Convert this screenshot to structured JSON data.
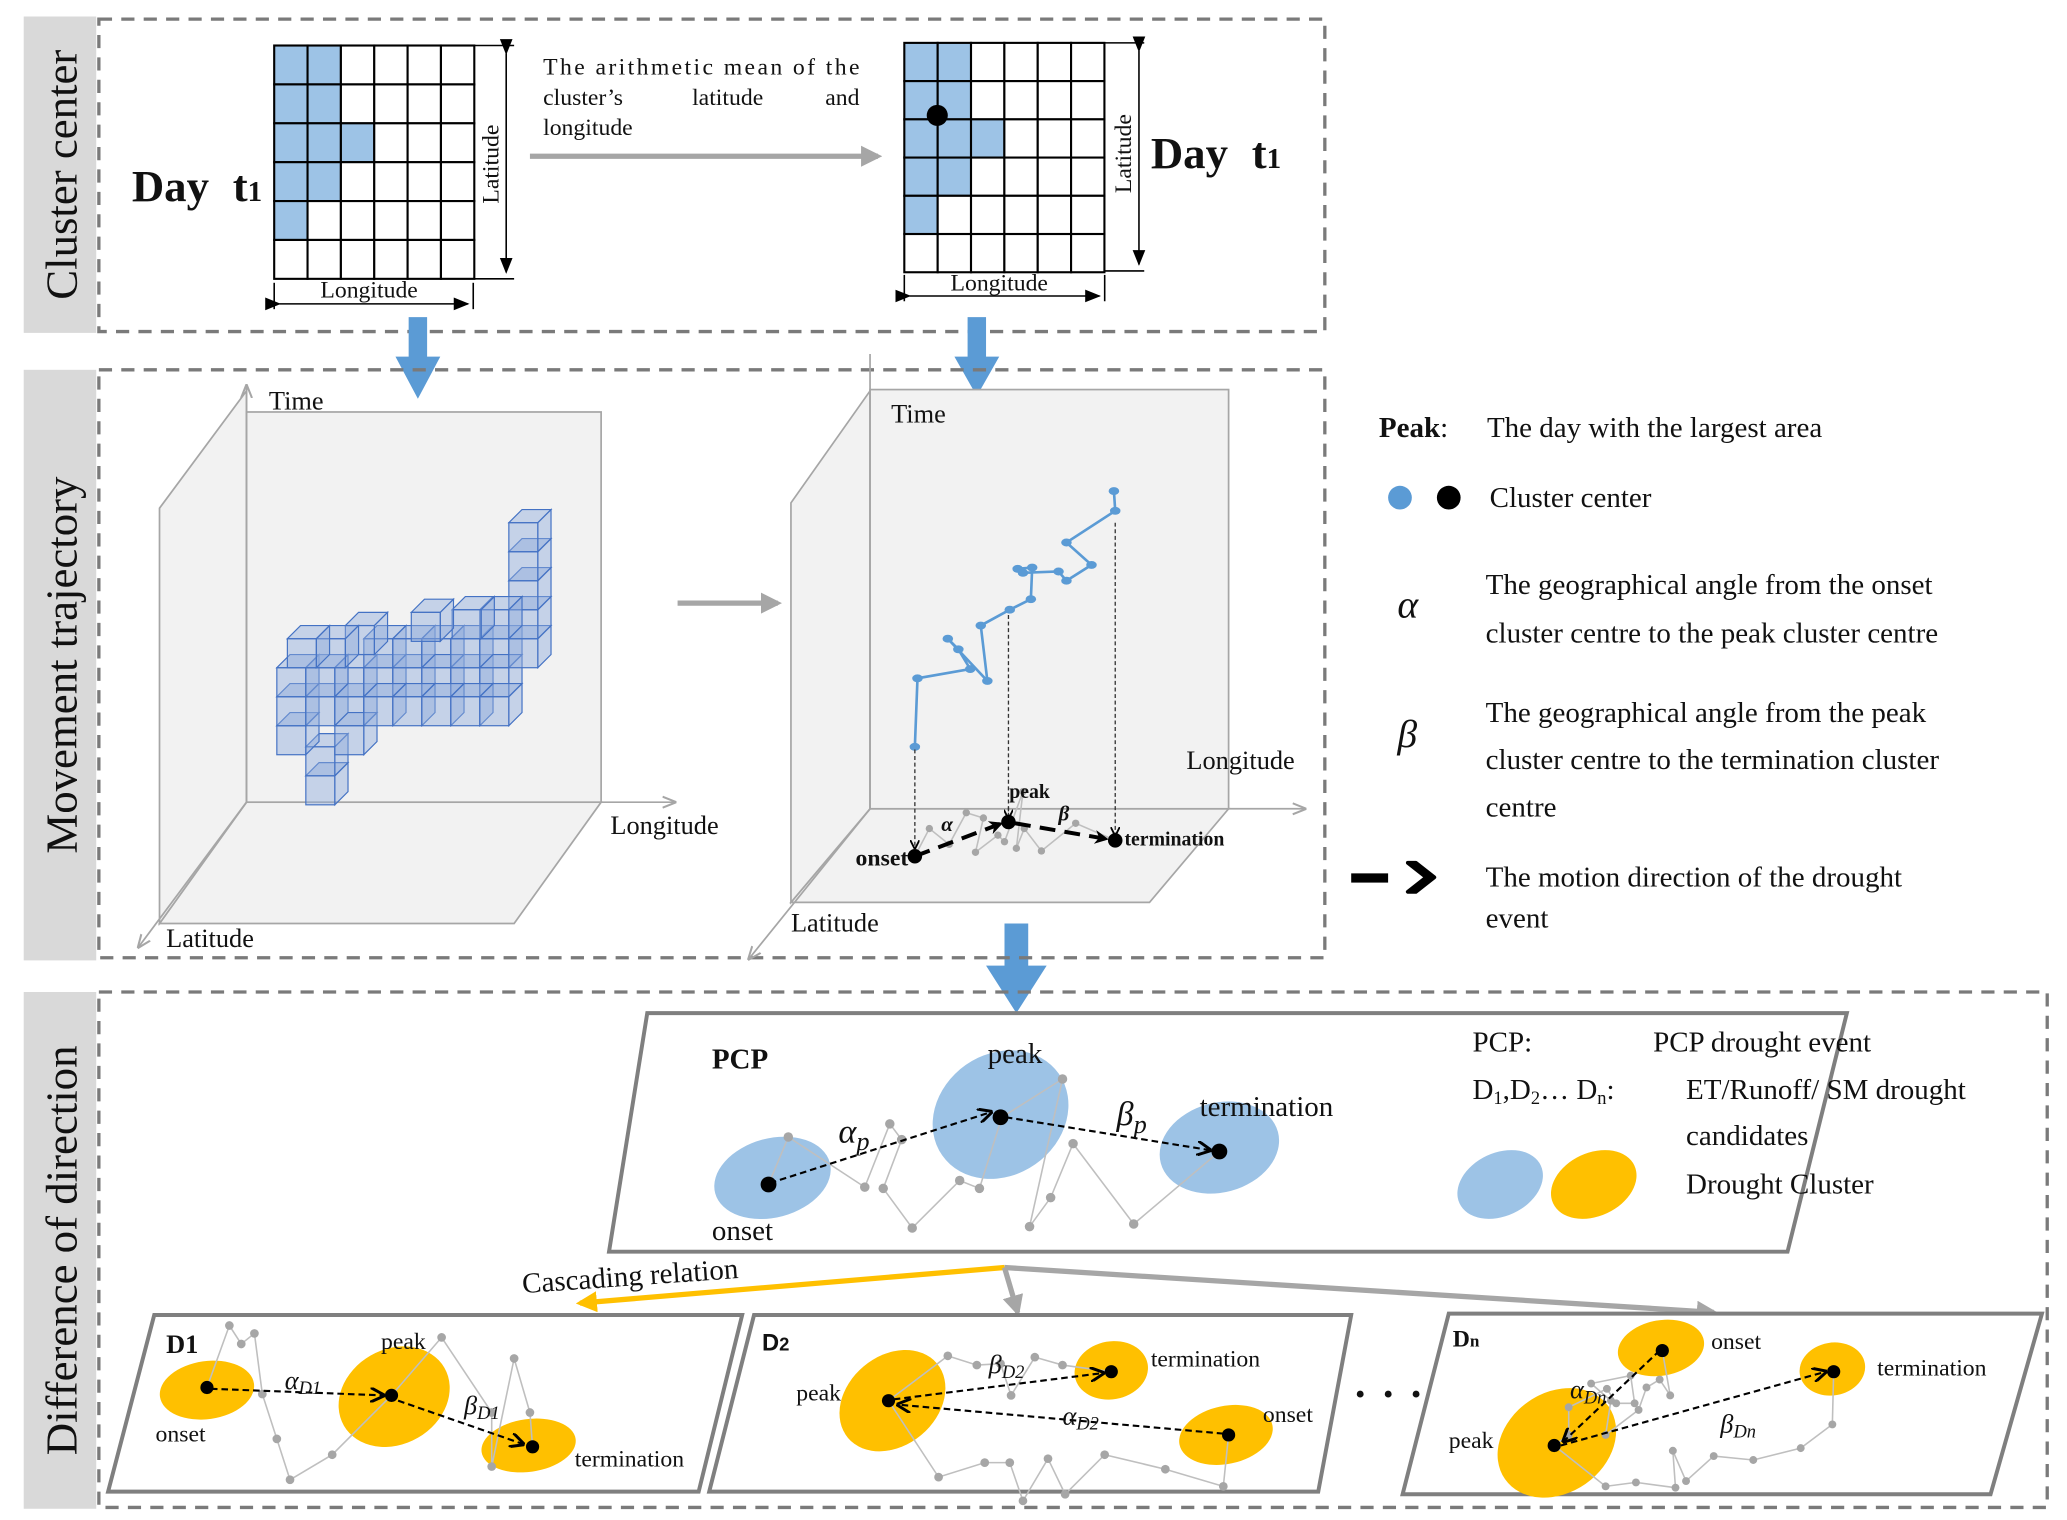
{
  "sections": {
    "cluster_center": "Cluster center",
    "movement_trajectory": "Movement trajectory",
    "difference_of_direction": "Difference of direction"
  },
  "cluster_center": {
    "day_label": "Day",
    "day_sub": "t",
    "day_sub_index": "1",
    "latitude": "Latitude",
    "longitude": "Longitude",
    "mean_text_lines": [
      "The arithmetic mean of the",
      "cluster’s",
      "latitude",
      "and",
      "longitude"
    ],
    "grid": {
      "rows": 6,
      "cols": 6,
      "filled_cells": [
        [
          0,
          0
        ],
        [
          0,
          1
        ],
        [
          1,
          0
        ],
        [
          1,
          1
        ],
        [
          2,
          0
        ],
        [
          2,
          1
        ],
        [
          2,
          2
        ],
        [
          3,
          0
        ],
        [
          3,
          1
        ],
        [
          4,
          0
        ]
      ]
    }
  },
  "movement": {
    "time": "Time",
    "longitude": "Longitude",
    "latitude": "Latitude",
    "onset": "onset",
    "peak": "peak",
    "termination": "termination",
    "alpha": "α",
    "beta": "β"
  },
  "legend": {
    "peak_key": "Peak",
    "peak_colon": ":",
    "peak_desc": "The day with the largest area",
    "cluster_center": "Cluster center",
    "alpha_symbol": "α",
    "alpha_desc": [
      "The geographical angle from the onset",
      "cluster centre to the peak cluster centre"
    ],
    "beta_symbol": "β",
    "beta_desc": [
      "The geographical angle from the peak",
      "cluster centre to the termination cluster",
      "centre"
    ],
    "motion_desc": [
      "The motion direction of the drought",
      "event"
    ]
  },
  "direction": {
    "pcp": {
      "title": "PCP",
      "onset": "onset",
      "peak": "peak",
      "termination": "termination",
      "alpha": "α",
      "alpha_sub": "p",
      "beta": "β",
      "beta_sub": "p"
    },
    "cascading": "Cascading relation",
    "d1": {
      "title": "D1",
      "onset": "onset",
      "peak": "peak",
      "termination": "termination",
      "alpha": "α",
      "alpha_sub": "D1",
      "beta": "β",
      "beta_sub": "D1"
    },
    "d2": {
      "title": "D",
      "title_sub": "2",
      "onset": "onset",
      "peak": "peak",
      "termination": "termination",
      "alpha": "α",
      "alpha_sub": "D2",
      "beta": "β",
      "beta_sub": "D2"
    },
    "ellipsis": "• • •",
    "dn": {
      "title": "D",
      "title_sub": "n",
      "onset": "onset",
      "peak": "peak",
      "termination": "termination",
      "alpha": "α",
      "alpha_sub": "Dn",
      "beta": "β",
      "beta_sub": "Dn"
    },
    "legend": {
      "pcp_key": "PCP:",
      "pcp_desc": "PCP drought event",
      "d_key_parts": [
        "D",
        "1",
        ",D",
        "2",
        "… D",
        "n",
        ":"
      ],
      "d_desc": [
        "ET/Runoff/ SM drought",
        "candidates"
      ],
      "cluster_desc": "Drought Cluster"
    }
  },
  "colors": {
    "cluster_blue": "#9dc3e6",
    "trajectory_blue": "#5b9bd5",
    "arrow_blue": "#5b9bd5",
    "drought_orange": "#ffc000",
    "panel_gray": "#d9d9d9"
  }
}
